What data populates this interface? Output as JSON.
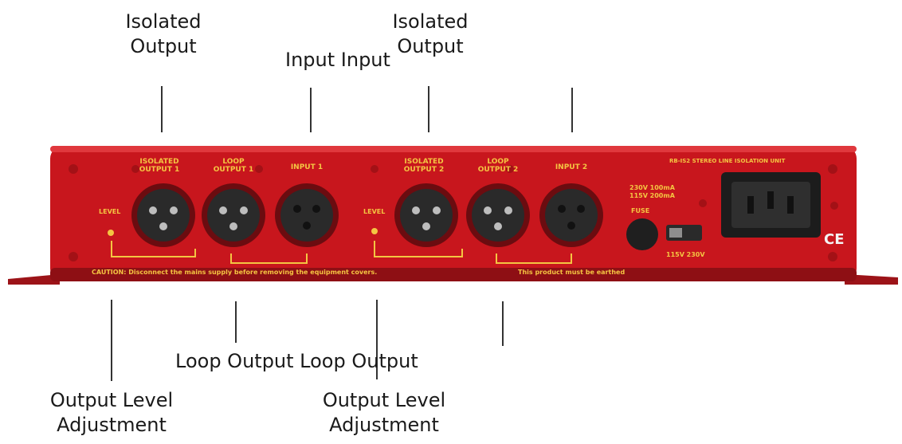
{
  "labels": {
    "isolated_output_1": "Isolated\nOutput",
    "input_pair": "Input Input",
    "isolated_output_2": "Isolated\nOutput",
    "loop_output_pair": "Loop Output Loop Output",
    "output_level_1": "Output Level\nAdjustment",
    "output_level_2": "Output Level\nAdjustment"
  },
  "panel": {
    "isolated_output_1": "ISOLATED\nOUTPUT 1",
    "loop_output_1": "LOOP\nOUTPUT 1",
    "input_1": "INPUT 1",
    "isolated_output_2": "ISOLATED\nOUTPUT 2",
    "loop_output_2": "LOOP\nOUTPUT 2",
    "input_2": "INPUT 2",
    "level": "LEVEL",
    "level_2": "LEVEL",
    "model": "RB-IS2 STEREO LINE ISOLATION UNIT",
    "power_rating": "230V 100mA\n115V 200mA",
    "fuse": "FUSE",
    "voltage": "115V  230V",
    "ce": "CE",
    "caution": "CAUTION: Disconnect the mains supply before removing the equipment covers.",
    "earthed": "This product must be earthed"
  },
  "colors": {
    "chassis": "#c8161d",
    "chassis_dark": "#8e0f14",
    "screen_print": "#f4c542",
    "connector": "#2a2a2a"
  }
}
